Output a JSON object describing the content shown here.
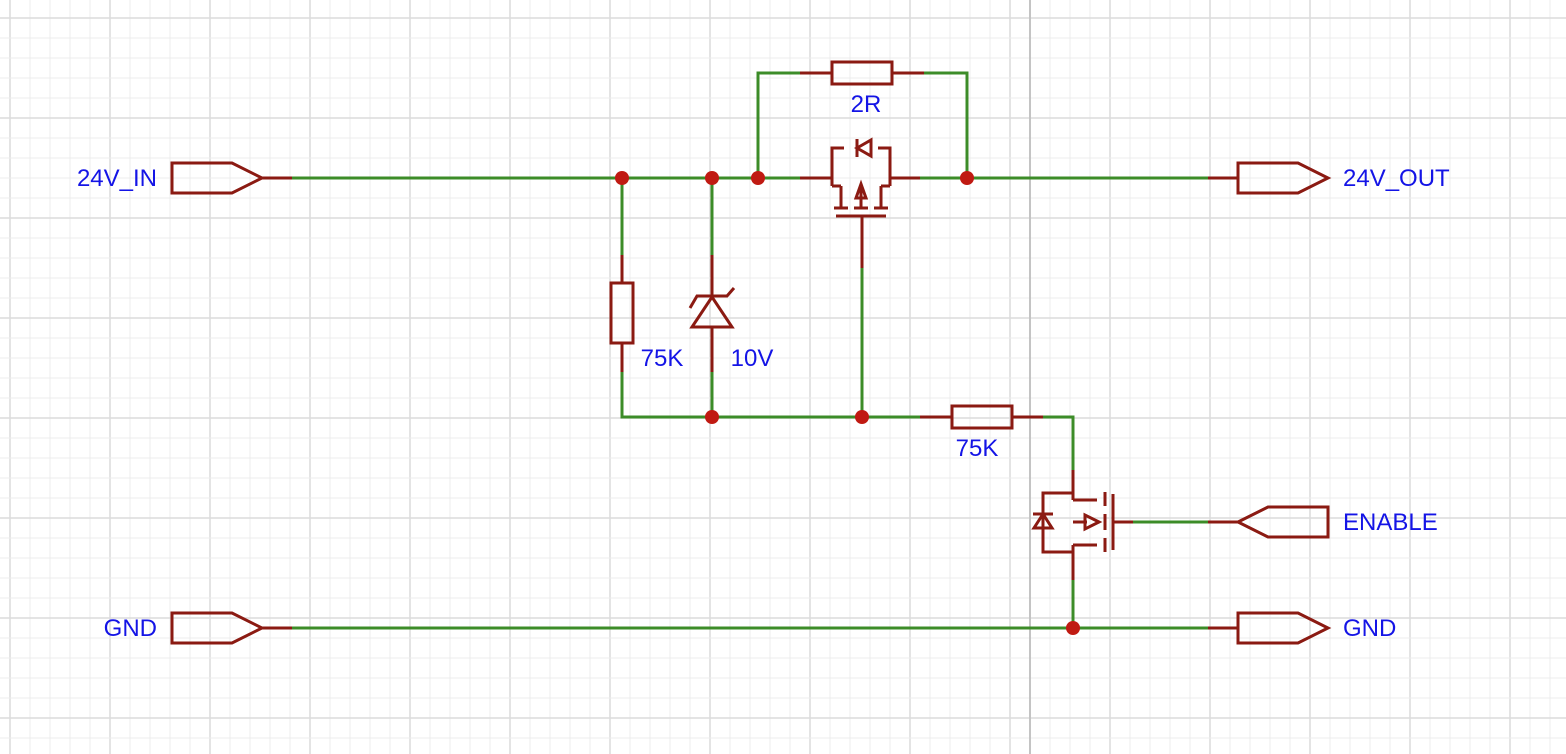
{
  "ports": {
    "in_24v": "24V_IN",
    "out_24v": "24V_OUT",
    "enable": "ENABLE",
    "gnd_left": "GND",
    "gnd_right": "GND"
  },
  "components": {
    "bypass_resistor": "2R",
    "gate_pullup_resistor": "75K",
    "zener_diode": "10V",
    "series_resistor": "75K"
  },
  "colors": {
    "wire": "#3c8c28",
    "component": "#8b1a12",
    "junction": "#c01a12",
    "label": "#1414e6",
    "grid": "#ececec"
  }
}
